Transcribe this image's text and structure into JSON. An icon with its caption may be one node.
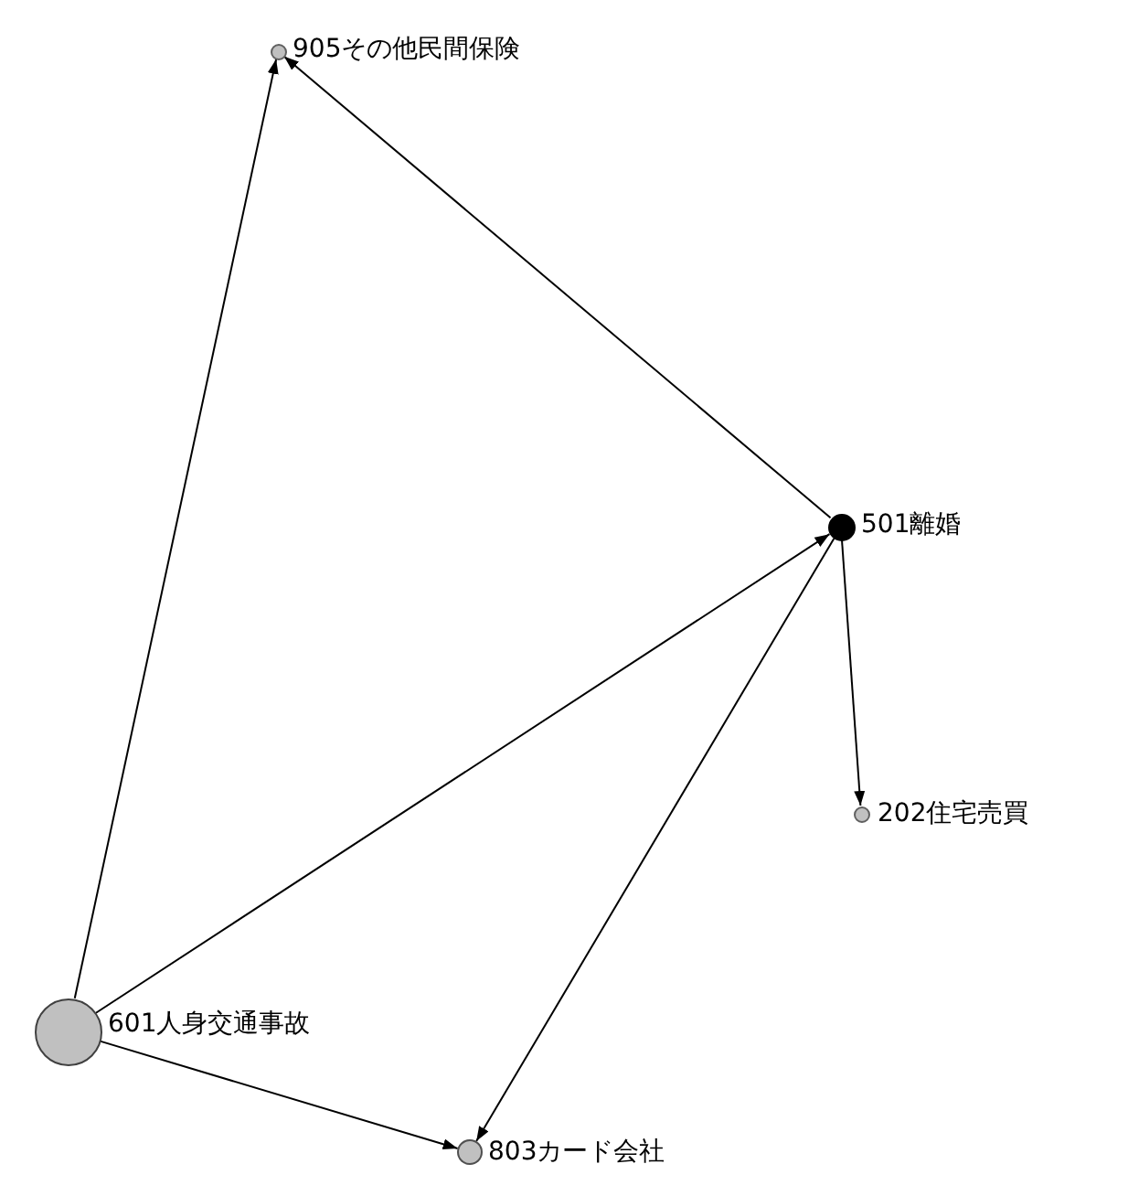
{
  "diagram": {
    "nodes": [
      {
        "text": [],
        "shape": "circle",
        "beside": [
          "905その他民間保険"
        ]
      },
      {
        "text": [],
        "shape": "circle",
        "beside": [
          "501離婚"
        ]
      },
      {
        "text": [],
        "shape": "circle",
        "beside": [
          "202住宅売買"
        ]
      },
      {
        "text": [],
        "shape": "circle",
        "beside": [
          "601人身交通事故"
        ]
      },
      {
        "text": [],
        "shape": "circle",
        "beside": [
          "803カード会社"
        ]
      }
    ],
    "edges": [
      {
        "from": 3,
        "to": 0,
        "arrow": "to"
      },
      {
        "from": 1,
        "to": 0,
        "arrow": "to"
      },
      {
        "from": 3,
        "to": 1,
        "arrow": "to"
      },
      {
        "from": 1,
        "to": 2,
        "arrow": "to"
      },
      {
        "from": 1,
        "to": 4,
        "arrow": "to"
      },
      {
        "from": 3,
        "to": 4,
        "arrow": "to"
      }
    ]
  }
}
